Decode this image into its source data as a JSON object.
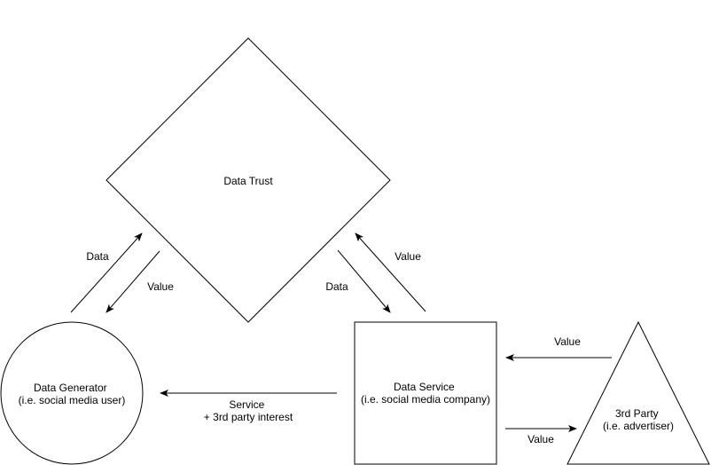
{
  "nodes": {
    "data_trust": {
      "label": "Data Trust"
    },
    "data_generator": {
      "label_line1": "Data Generator",
      "label_line2": "(i.e. social media user)"
    },
    "data_service": {
      "label_line1": "Data Service",
      "label_line2": "(i.e. social media company)"
    },
    "third_party": {
      "label_line1": "3rd Party",
      "label_line2": "(i.e. advertiser)"
    }
  },
  "edges": {
    "generator_to_trust": {
      "label": "Data"
    },
    "trust_to_generator": {
      "label": "Value"
    },
    "service_to_trust": {
      "label": "Value"
    },
    "trust_to_service": {
      "label": "Data"
    },
    "service_to_generator": {
      "label_line1": "Service",
      "label_line2": "+ 3rd party interest"
    },
    "thirdparty_to_service": {
      "label": "Value"
    },
    "service_to_thirdparty": {
      "label": "Value"
    }
  }
}
